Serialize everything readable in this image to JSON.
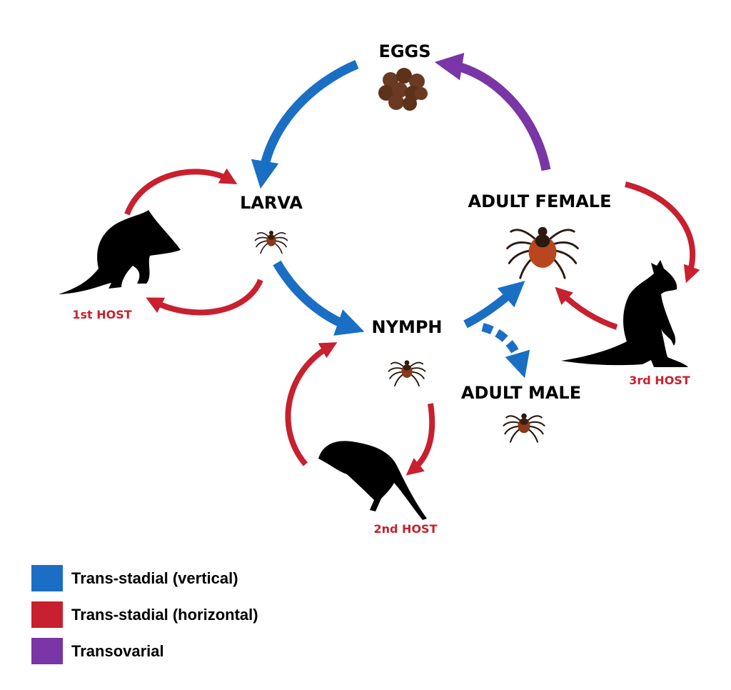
{
  "colors": {
    "vertical": "#1a6fc4",
    "horizontal": "#c8202e",
    "transovarial": "#7a35a6",
    "tick_body": "#8a3a1c",
    "egg": "#6b3a22"
  },
  "stages": {
    "eggs": "EGGS",
    "larva": "LARVA",
    "nymph": "NYMPH",
    "adult_female": "ADULT FEMALE",
    "adult_male": "ADULT MALE"
  },
  "hosts": {
    "first": "1st HOST",
    "second": "2nd HOST",
    "third": "3rd HOST"
  },
  "icons": {
    "first_host": "bandicoot-silhouette-icon",
    "second_host": "rat-silhouette-icon",
    "third_host": "kangaroo-silhouette-icon",
    "tick": "tick-icon",
    "eggs": "egg-cluster-icon"
  },
  "legend": [
    {
      "label": "Trans-stadial (vertical)",
      "color": "#1a6fc4"
    },
    {
      "label": "Trans-stadial (horizontal)",
      "color": "#c8202e"
    },
    {
      "label": "Transovarial",
      "color": "#7a35a6"
    }
  ]
}
